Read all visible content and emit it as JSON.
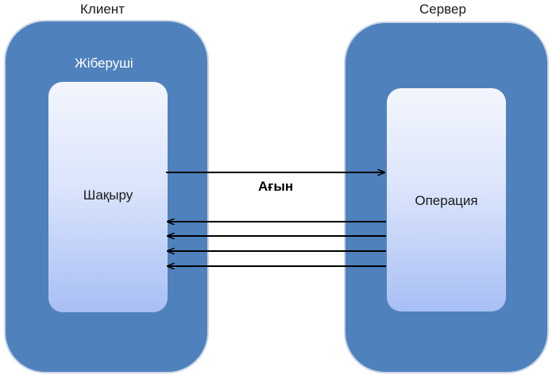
{
  "client": {
    "label": "Клиент",
    "title": "Жіберуші",
    "inner_label": "Шақыру"
  },
  "server": {
    "label": "Сервер",
    "inner_label": "Операция"
  },
  "flow": {
    "label": "Ағын"
  },
  "colors": {
    "container_fill": "#4f81bd",
    "inner_gradient_top": "#f3f6fd",
    "inner_gradient_bottom": "#a8bff5",
    "arrow": "#000000"
  }
}
